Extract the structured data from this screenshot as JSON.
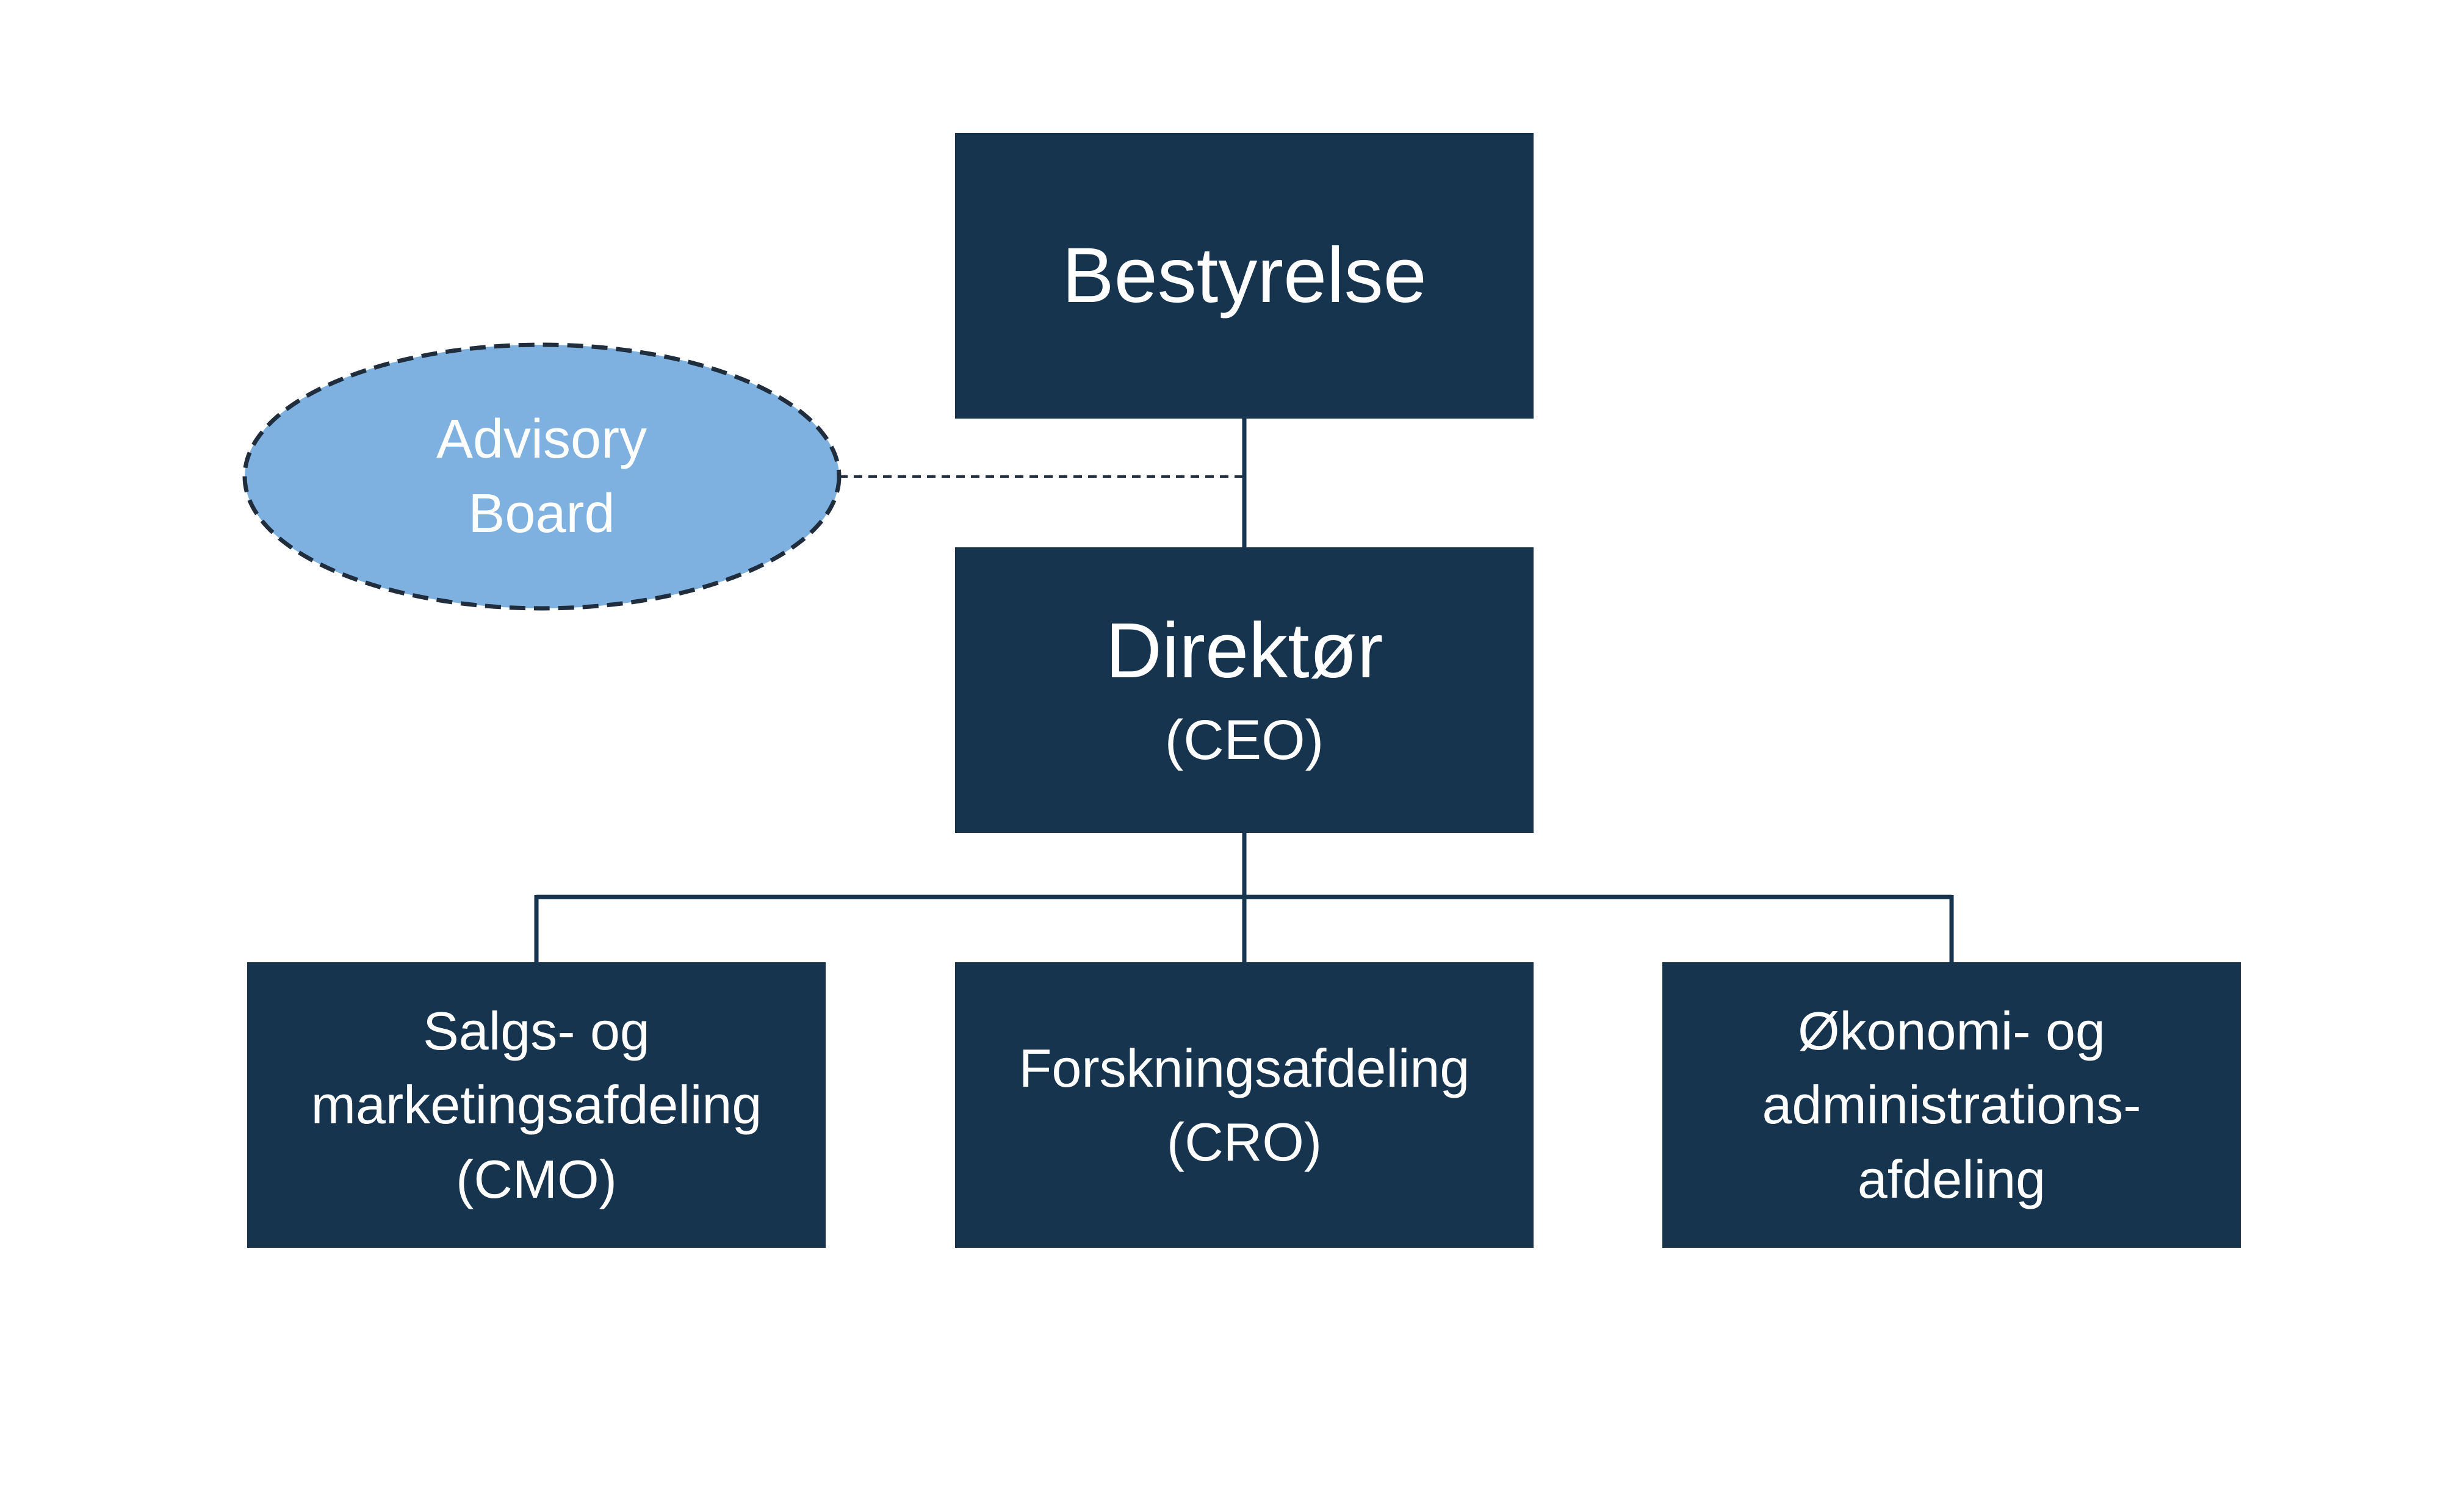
{
  "colors": {
    "box_fill": "#17344f",
    "box_text": "#ffffff",
    "advisory_fill": "#7eb1e0",
    "advisory_border": "#1f2d3d",
    "connector": "#17344f"
  },
  "board": {
    "title": "Bestyrelse"
  },
  "advisory": {
    "line1": "Advisory",
    "line2": "Board"
  },
  "ceo": {
    "title": "Direktør",
    "subtitle": "(CEO)"
  },
  "departments": {
    "cmo": {
      "line1": "Salgs- og",
      "line2": "marketingsafdeling",
      "line3": "(CMO)"
    },
    "cro": {
      "line1": "Forskningsafdeling",
      "line2": "(CRO)"
    },
    "admin": {
      "line1": "Økonomi- og",
      "line2": "administrations-",
      "line3": "afdeling"
    }
  }
}
